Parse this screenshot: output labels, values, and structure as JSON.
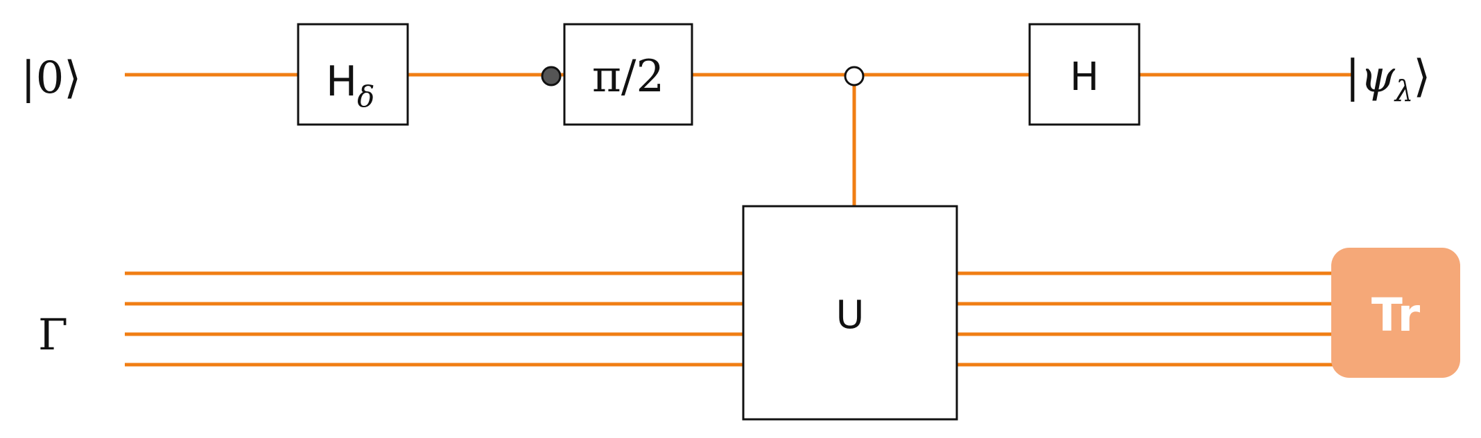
{
  "colors": {
    "wire": "#F07E14",
    "trace_box": "#F5A878",
    "trace_text": "#FFFFFF",
    "gate_border": "#111111",
    "filled_control": "#555555"
  },
  "inputs": {
    "ancilla": "|0⟩",
    "register": "Γ"
  },
  "outputs": {
    "ancilla": "|ψ",
    "ancilla_sub": "λ",
    "ancilla_close": "⟩"
  },
  "gates": {
    "hadamard_delta": {
      "base": "H",
      "sub": "δ"
    },
    "phase": {
      "label": "π/2",
      "control": "filled"
    },
    "controlled_unitary": {
      "label": "U",
      "control": "open"
    },
    "hadamard": {
      "label": "H"
    },
    "trace": {
      "label": "Tr"
    }
  },
  "register_wire_count": 4
}
